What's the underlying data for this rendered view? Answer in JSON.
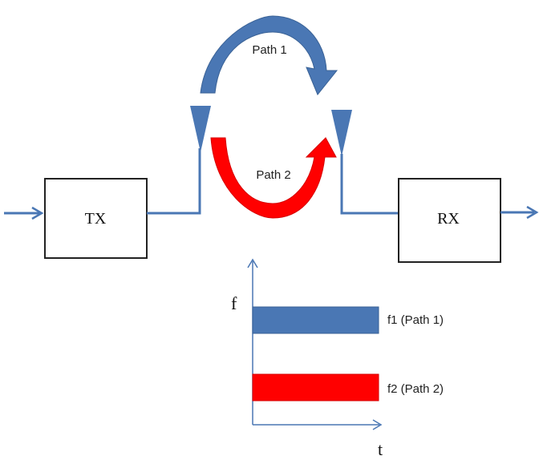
{
  "diagram": {
    "tx_label": "TX",
    "rx_label": "RX",
    "path1_label": "Path 1",
    "path2_label": "Path 2",
    "colors": {
      "path1": "#4a77b4",
      "path2": "#ff0000",
      "wire": "#4a77b4",
      "axis": "#4a77b4"
    }
  },
  "chart_data": {
    "type": "bar",
    "orientation": "horizontal",
    "xlabel": "t",
    "ylabel": "f",
    "series": [
      {
        "name": "f1 (Path 1)",
        "color": "#4a77b4"
      },
      {
        "name": "f2 (Path 2)",
        "color": "#ff0000"
      }
    ]
  }
}
